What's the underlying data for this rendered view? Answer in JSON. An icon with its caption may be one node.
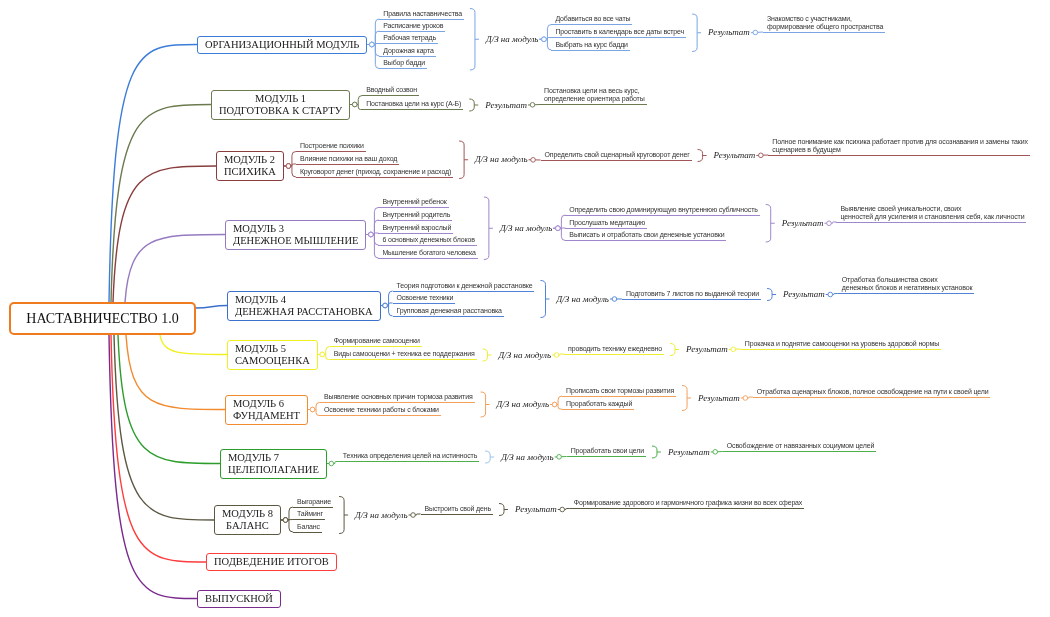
{
  "diagram": {
    "nodes": [
      {
        "text": [
          "НАСТАВНИЧЕСТВО 1.0"
        ]
      },
      {
        "text": [
          "ОРГАНИЗАЦИОННЫЙ МОДУЛЬ"
        ]
      },
      {
        "text": [
          "Правила наставничества"
        ]
      },
      {
        "text": [
          "Расписание уроков"
        ]
      },
      {
        "text": [
          "Рабочая тетрадь"
        ]
      },
      {
        "text": [
          "Дорожная карта"
        ]
      },
      {
        "text": [
          "Выбор бадди"
        ]
      },
      {
        "text": [
          "Д/З на модуль"
        ]
      },
      {
        "text": [
          "Добавиться во все чаты"
        ]
      },
      {
        "text": [
          "Проставить в календарь все даты встреч"
        ]
      },
      {
        "text": [
          "Выбрать на курс бадди"
        ]
      },
      {
        "text": [
          "Результат"
        ]
      },
      {
        "text": [
          "Знакомство с участниками, формирование общего пространства"
        ]
      },
      {
        "text": [
          "МОДУЛЬ 1",
          "ПОДГОТОВКА К СТАРТУ"
        ]
      },
      {
        "text": [
          "Вводный созвон"
        ]
      },
      {
        "text": [
          "Постановка цели на курс (А-Б)"
        ]
      },
      {
        "text": [
          "Результат"
        ]
      },
      {
        "text": [
          "Постановка цели на весь курс, определение ориентира работы"
        ]
      },
      {
        "text": [
          "МОДУЛЬ 2",
          "ПСИХИКА"
        ]
      },
      {
        "text": [
          "Построение психики"
        ]
      },
      {
        "text": [
          "Влияние психики на ваш доход"
        ]
      },
      {
        "text": [
          "Круговорот денег (приход, сохранение и расход)"
        ]
      },
      {
        "text": [
          "Д/З на модуль"
        ]
      },
      {
        "text": [
          "Определить свой сценарный круговорот денег"
        ]
      },
      {
        "text": [
          "Результат"
        ]
      },
      {
        "text": [
          "Полное понимание как психика работает против для осознавания и замены таких сценариев в будущем"
        ]
      },
      {
        "text": [
          "МОДУЛЬ 3",
          "ДЕНЕЖНОЕ МЫШЛЕНИЕ"
        ]
      },
      {
        "text": [
          "Внутренний ребенок"
        ]
      },
      {
        "text": [
          "Внутренний родитель"
        ]
      },
      {
        "text": [
          "Внутренний взрослый"
        ]
      },
      {
        "text": [
          "6 основных денежных блоков"
        ]
      },
      {
        "text": [
          "Мышление богатого человека"
        ]
      },
      {
        "text": [
          "Д/З на модуль"
        ]
      },
      {
        "text": [
          "Определить свою доминирующую внутреннюю субличность"
        ]
      },
      {
        "text": [
          "Прослушать медитацию"
        ]
      },
      {
        "text": [
          "Выписать и отработать свои денежные установки"
        ]
      },
      {
        "text": [
          "Результат"
        ]
      },
      {
        "text": [
          "Выявление своей уникальности, своих ценностей для усиления и становления себя, как личности"
        ]
      },
      {
        "text": [
          "МОДУЛЬ 4",
          "ДЕНЕЖНАЯ РАССТАНОВКА"
        ]
      },
      {
        "text": [
          "Теория подготовки к денежной расстановке"
        ]
      },
      {
        "text": [
          "Освоение техники"
        ]
      },
      {
        "text": [
          "Групповая денежная расстановка"
        ]
      },
      {
        "text": [
          "Д/З на модуль"
        ]
      },
      {
        "text": [
          "Подготовить 7 листов по выданной теории"
        ]
      },
      {
        "text": [
          "Результат"
        ]
      },
      {
        "text": [
          "Отработка большинства своих денежных блоков и негативных установок"
        ]
      },
      {
        "text": [
          "МОДУЛЬ 5",
          "САМООЦЕНКА"
        ]
      },
      {
        "text": [
          "Формирование самооценки"
        ]
      },
      {
        "text": [
          "Виды самооценки + техника ее поддержания"
        ]
      },
      {
        "text": [
          "Д/З на модуль"
        ]
      },
      {
        "text": [
          "проводить технику ежедневно"
        ]
      },
      {
        "text": [
          "Результат"
        ]
      },
      {
        "text": [
          "Прокачка и поднятие самооценки на уровень здоровой нормы"
        ]
      },
      {
        "text": [
          "МОДУЛЬ 6",
          "ФУНДАМЕНТ"
        ]
      },
      {
        "text": [
          "Выявление основных причин тормоза развития"
        ]
      },
      {
        "text": [
          "Освоение техники работы с блоками"
        ]
      },
      {
        "text": [
          "Д/З на модуль"
        ]
      },
      {
        "text": [
          "Прописать свои тормозы развития"
        ]
      },
      {
        "text": [
          "Проработать каждый"
        ]
      },
      {
        "text": [
          "Результат"
        ]
      },
      {
        "text": [
          "Отработка сценарных блоков, полное освобождение на пути к своей цели"
        ]
      },
      {
        "text": [
          "МОДУЛЬ 7",
          "ЦЕЛЕПОЛАГАНИЕ"
        ]
      },
      {
        "text": [
          "Техника определения целей на истинность"
        ]
      },
      {
        "text": [
          "Д/З на модуль"
        ]
      },
      {
        "text": [
          "Проработать свои цели"
        ]
      },
      {
        "text": [
          "Результат"
        ]
      },
      {
        "text": [
          "Освобождение от навязанных социумом целей"
        ]
      },
      {
        "text": [
          "МОДУЛЬ 8",
          "БАЛАНС"
        ]
      },
      {
        "text": [
          "Выгорание"
        ]
      },
      {
        "text": [
          "Тайминг"
        ]
      },
      {
        "text": [
          "Баланс"
        ]
      },
      {
        "text": [
          "Д/З на модуль"
        ]
      },
      {
        "text": [
          "Выстроить свой день"
        ]
      },
      {
        "text": [
          "Результат"
        ]
      },
      {
        "text": [
          "Формирование здорового и гармоничного графика жизни во всех сферах"
        ]
      },
      {
        "text": [
          "ПОДВЕДЕНИЕ ИТОГОВ"
        ]
      },
      {
        "text": [
          "ВЫПУСКНОЙ"
        ]
      }
    ],
    "edges": [
      {
        "from": 0,
        "to": 1,
        "arrow": "none",
        "color": "#3b7dd8"
      },
      {
        "from": 0,
        "to": 13,
        "arrow": "none",
        "color": "#6b7a4f"
      },
      {
        "from": 0,
        "to": 18,
        "arrow": "none",
        "color": "#8a3d3d"
      },
      {
        "from": 0,
        "to": 26,
        "arrow": "none",
        "color": "#957ac2"
      },
      {
        "from": 0,
        "to": 38,
        "arrow": "none",
        "color": "#3a6fcc"
      },
      {
        "from": 0,
        "to": 46,
        "arrow": "none",
        "color": "#f0f020"
      },
      {
        "from": 0,
        "to": 53,
        "arrow": "none",
        "color": "#f28a2e"
      },
      {
        "from": 0,
        "to": 61,
        "arrow": "none",
        "color": "#2a9d2a"
      },
      {
        "from": 0,
        "to": 67,
        "arrow": "none",
        "color": "#5c5842"
      },
      {
        "from": 0,
        "to": 75,
        "arrow": "none",
        "color": "#ff3b3b"
      },
      {
        "from": 0,
        "to": 76,
        "arrow": "none",
        "color": "#7a2a8c"
      },
      {
        "from": 1,
        "to": 2,
        "arrow": "other",
        "color": "#7aa5e5"
      },
      {
        "from": 1,
        "to": 3,
        "arrow": "other",
        "color": "#7aa5e5"
      },
      {
        "from": 1,
        "to": 4,
        "arrow": "other",
        "color": "#7aa5e5"
      },
      {
        "from": 1,
        "to": 5,
        "arrow": "other",
        "color": "#7aa5e5"
      },
      {
        "from": 1,
        "to": 6,
        "arrow": "other",
        "color": "#7aa5e5"
      },
      {
        "from": 7,
        "to": 8,
        "arrow": "other",
        "color": "#7aa5e5"
      },
      {
        "from": 7,
        "to": 9,
        "arrow": "other",
        "color": "#7aa5e5"
      },
      {
        "from": 7,
        "to": 10,
        "arrow": "other",
        "color": "#7aa5e5"
      },
      {
        "from": 11,
        "to": 12,
        "arrow": "other",
        "color": "#7aa5e5"
      },
      {
        "from": 13,
        "to": 14,
        "arrow": "other",
        "color": "#6b7a4f"
      },
      {
        "from": 13,
        "to": 15,
        "arrow": "other",
        "color": "#6b7a4f"
      },
      {
        "from": 16,
        "to": 17,
        "arrow": "other",
        "color": "#6b7a4f"
      },
      {
        "from": 18,
        "to": 19,
        "arrow": "other",
        "color": "#a05656"
      },
      {
        "from": 18,
        "to": 20,
        "arrow": "other",
        "color": "#a05656"
      },
      {
        "from": 18,
        "to": 21,
        "arrow": "other",
        "color": "#a05656"
      },
      {
        "from": 22,
        "to": 23,
        "arrow": "other",
        "color": "#a05656"
      },
      {
        "from": 24,
        "to": 25,
        "arrow": "other",
        "color": "#a05656"
      },
      {
        "from": 26,
        "to": 27,
        "arrow": "other",
        "color": "#a086cc"
      },
      {
        "from": 26,
        "to": 28,
        "arrow": "other",
        "color": "#a086cc"
      },
      {
        "from": 26,
        "to": 29,
        "arrow": "other",
        "color": "#a086cc"
      },
      {
        "from": 26,
        "to": 30,
        "arrow": "other",
        "color": "#a086cc"
      },
      {
        "from": 26,
        "to": 31,
        "arrow": "other",
        "color": "#a086cc"
      },
      {
        "from": 32,
        "to": 33,
        "arrow": "other",
        "color": "#a086cc"
      },
      {
        "from": 32,
        "to": 34,
        "arrow": "other",
        "color": "#a086cc"
      },
      {
        "from": 32,
        "to": 35,
        "arrow": "other",
        "color": "#a086cc"
      },
      {
        "from": 36,
        "to": 37,
        "arrow": "other",
        "color": "#a086cc"
      },
      {
        "from": 38,
        "to": 39,
        "arrow": "other",
        "color": "#4f82d8"
      },
      {
        "from": 38,
        "to": 40,
        "arrow": "other",
        "color": "#4f82d8"
      },
      {
        "from": 38,
        "to": 41,
        "arrow": "other",
        "color": "#4f82d8"
      },
      {
        "from": 42,
        "to": 43,
        "arrow": "other",
        "color": "#4f82d8"
      },
      {
        "from": 44,
        "to": 45,
        "arrow": "other",
        "color": "#4f82d8"
      },
      {
        "from": 46,
        "to": 47,
        "arrow": "other",
        "color": "#eeee33"
      },
      {
        "from": 46,
        "to": 48,
        "arrow": "other",
        "color": "#eeee33"
      },
      {
        "from": 49,
        "to": 50,
        "arrow": "other",
        "color": "#eeee33"
      },
      {
        "from": 51,
        "to": 52,
        "arrow": "other",
        "color": "#eeee33"
      },
      {
        "from": 53,
        "to": 54,
        "arrow": "other",
        "color": "#f2a05c"
      },
      {
        "from": 53,
        "to": 55,
        "arrow": "other",
        "color": "#f2a05c"
      },
      {
        "from": 56,
        "to": 57,
        "arrow": "other",
        "color": "#f2a05c"
      },
      {
        "from": 56,
        "to": 58,
        "arrow": "other",
        "color": "#f2a05c"
      },
      {
        "from": 59,
        "to": 60,
        "arrow": "other",
        "color": "#f2a05c"
      },
      {
        "from": 61,
        "to": 62,
        "arrow": "other",
        "color": "#4caf4c"
      },
      {
        "from": 63,
        "to": 64,
        "arrow": "other",
        "color": "#4caf4c"
      },
      {
        "from": 65,
        "to": 66,
        "arrow": "other",
        "color": "#4caf4c"
      },
      {
        "from": 67,
        "to": 68,
        "arrow": "other",
        "color": "#5c5842"
      },
      {
        "from": 67,
        "to": 69,
        "arrow": "other",
        "color": "#5c5842"
      },
      {
        "from": 67,
        "to": 70,
        "arrow": "other",
        "color": "#5c5842"
      },
      {
        "from": 71,
        "to": 72,
        "arrow": "other",
        "color": "#5c5842"
      },
      {
        "from": 73,
        "to": 74,
        "arrow": "other",
        "color": "#5c5842"
      }
    ]
  }
}
